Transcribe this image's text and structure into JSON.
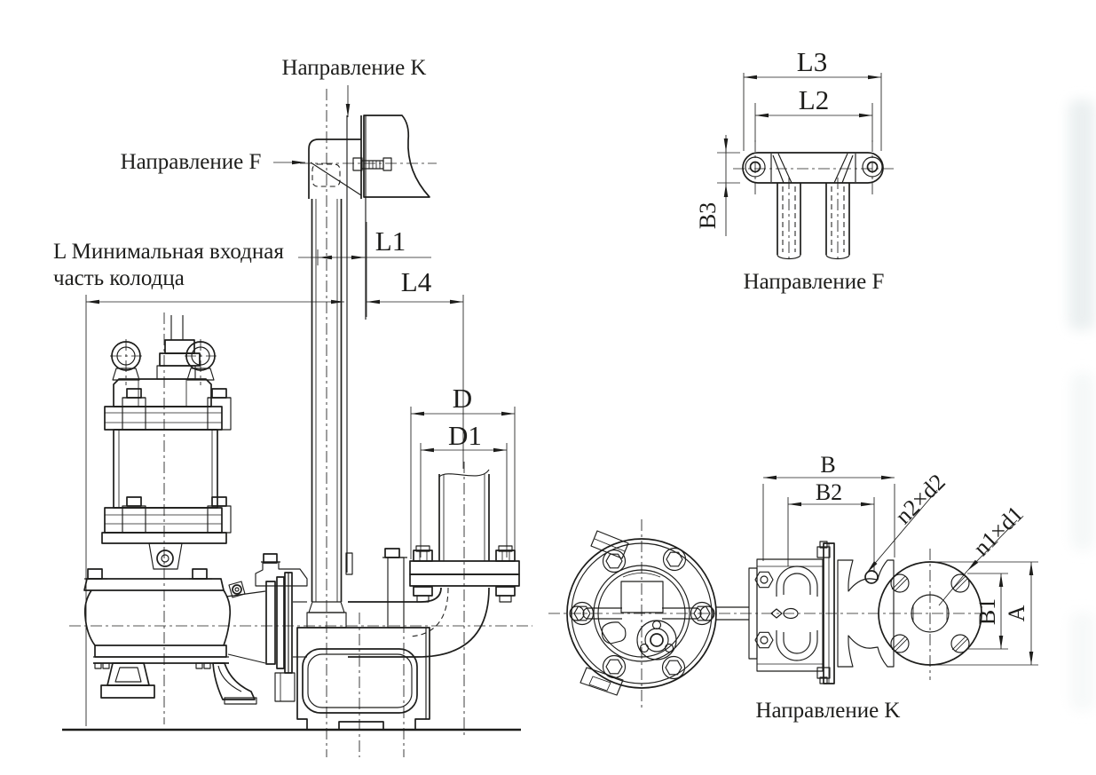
{
  "colors": {
    "line": "#1d1d1b",
    "background": "#ffffff",
    "watermark": "#e7edee"
  },
  "side_view": {
    "direction_k": "Направление K",
    "direction_f": "Направление F",
    "well_note_line1": "L Минимальная входная",
    "well_note_line2": "часть колодца",
    "dim_l1": "L1",
    "dim_l4": "L4",
    "dim_d": "D",
    "dim_d1": "D1"
  },
  "f_view": {
    "dim_l3": "L3",
    "dim_l2": "L2",
    "dim_b3": "B3",
    "caption": "Направление F"
  },
  "k_view": {
    "dim_b": "B",
    "dim_b2": "B2",
    "dim_n2d2": "n2×d2",
    "dim_n1d1": "n1×d1",
    "dim_b1": "B1",
    "dim_a": "A",
    "caption": "Направление K"
  }
}
